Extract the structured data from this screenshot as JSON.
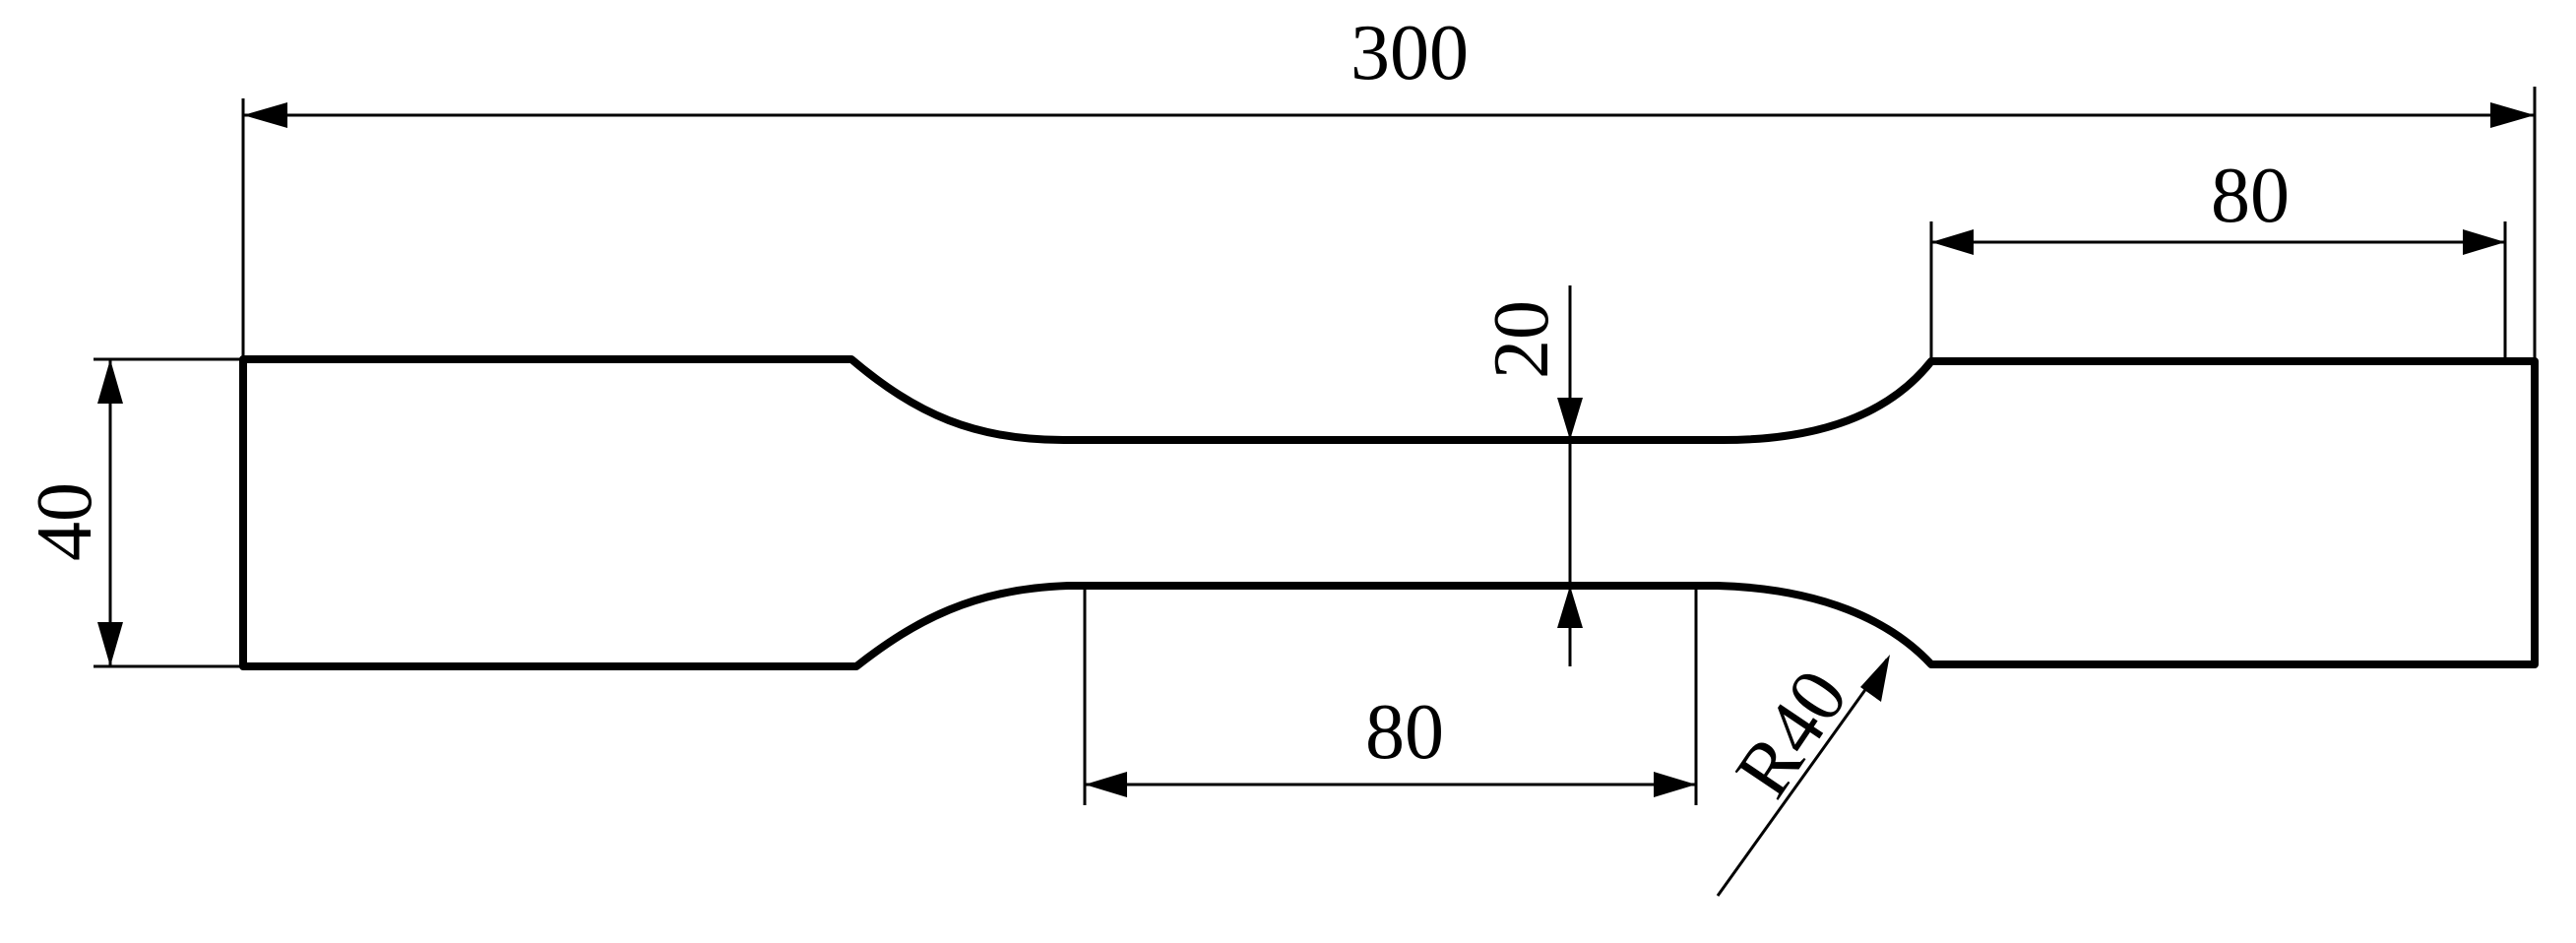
{
  "diagram": {
    "stroke_color": "#000000",
    "background_color": "#ffffff",
    "dimensions": {
      "overall_length": "300",
      "grip_length": "80",
      "gauge_length": "80",
      "grip_width": "40",
      "gauge_width": "20",
      "fillet_radius": "R40"
    }
  }
}
